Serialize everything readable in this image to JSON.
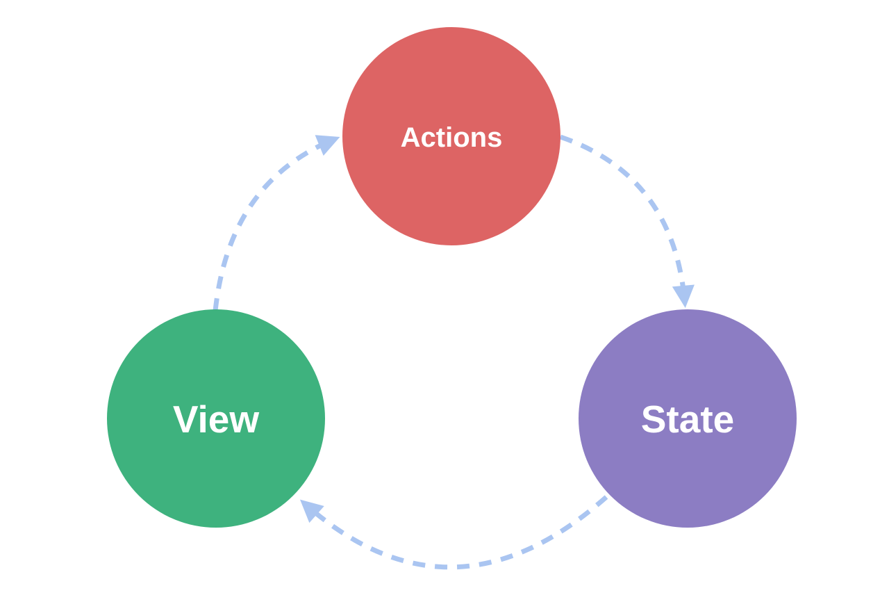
{
  "diagram": {
    "type": "cycle",
    "background": "#FFFFFF",
    "nodes": {
      "actions": {
        "label": "Actions",
        "color": "#DD6464",
        "text_color": "#FFFFFF"
      },
      "state": {
        "label": "State",
        "color": "#8C7DC3",
        "text_color": "#FFFFFF"
      },
      "view": {
        "label": "View",
        "color": "#3EB27E",
        "text_color": "#FFFFFF"
      }
    },
    "edges": {
      "style": "dashed",
      "color": "#AAC5F1",
      "items": [
        {
          "from": "View",
          "to": "Actions"
        },
        {
          "from": "Actions",
          "to": "State"
        },
        {
          "from": "State",
          "to": "View"
        }
      ]
    }
  }
}
